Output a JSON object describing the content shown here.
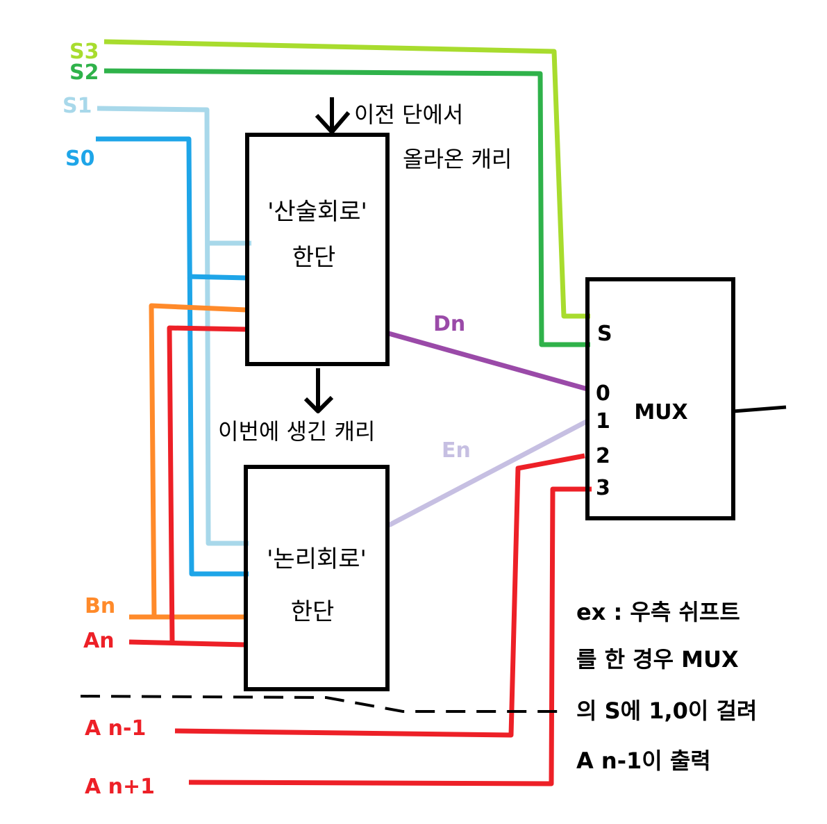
{
  "signals": {
    "s3": "S3",
    "s2": "S2",
    "s1": "S1",
    "s0": "S0",
    "bn": "Bn",
    "an": "An",
    "an_minus1": "A n-1",
    "an_plus1": "A n+1",
    "dn": "Dn",
    "en": "En"
  },
  "blocks": {
    "arith_line1": "'산술회로'",
    "arith_line2": "한단",
    "logic_line1": "'논리회로'",
    "logic_line2": "한단",
    "mux": "MUX",
    "mux_select": "S",
    "mux_in0": "0",
    "mux_in1": "1",
    "mux_in2": "2",
    "mux_in3": "3"
  },
  "annotations": {
    "carry_in_line1": "이전 단에서",
    "carry_in_line2": "올라온 캐리",
    "carry_out": "이번에 생긴 캐리",
    "example_line1": "ex : 우측 쉬프트",
    "example_line2": "를 한 경우 MUX",
    "example_line3": "의 S에 1,0이 걸려",
    "example_line4": "A n-1이 출력"
  },
  "colors": {
    "s3": "#a8dc2e",
    "s2": "#2fb24a",
    "s1": "#a8d8ea",
    "s0": "#1ea5e8",
    "bn": "#ff8a2a",
    "an": "#ed2027",
    "dn": "#9a4aa8",
    "en": "#c6bfe2",
    "line": "#000000"
  }
}
